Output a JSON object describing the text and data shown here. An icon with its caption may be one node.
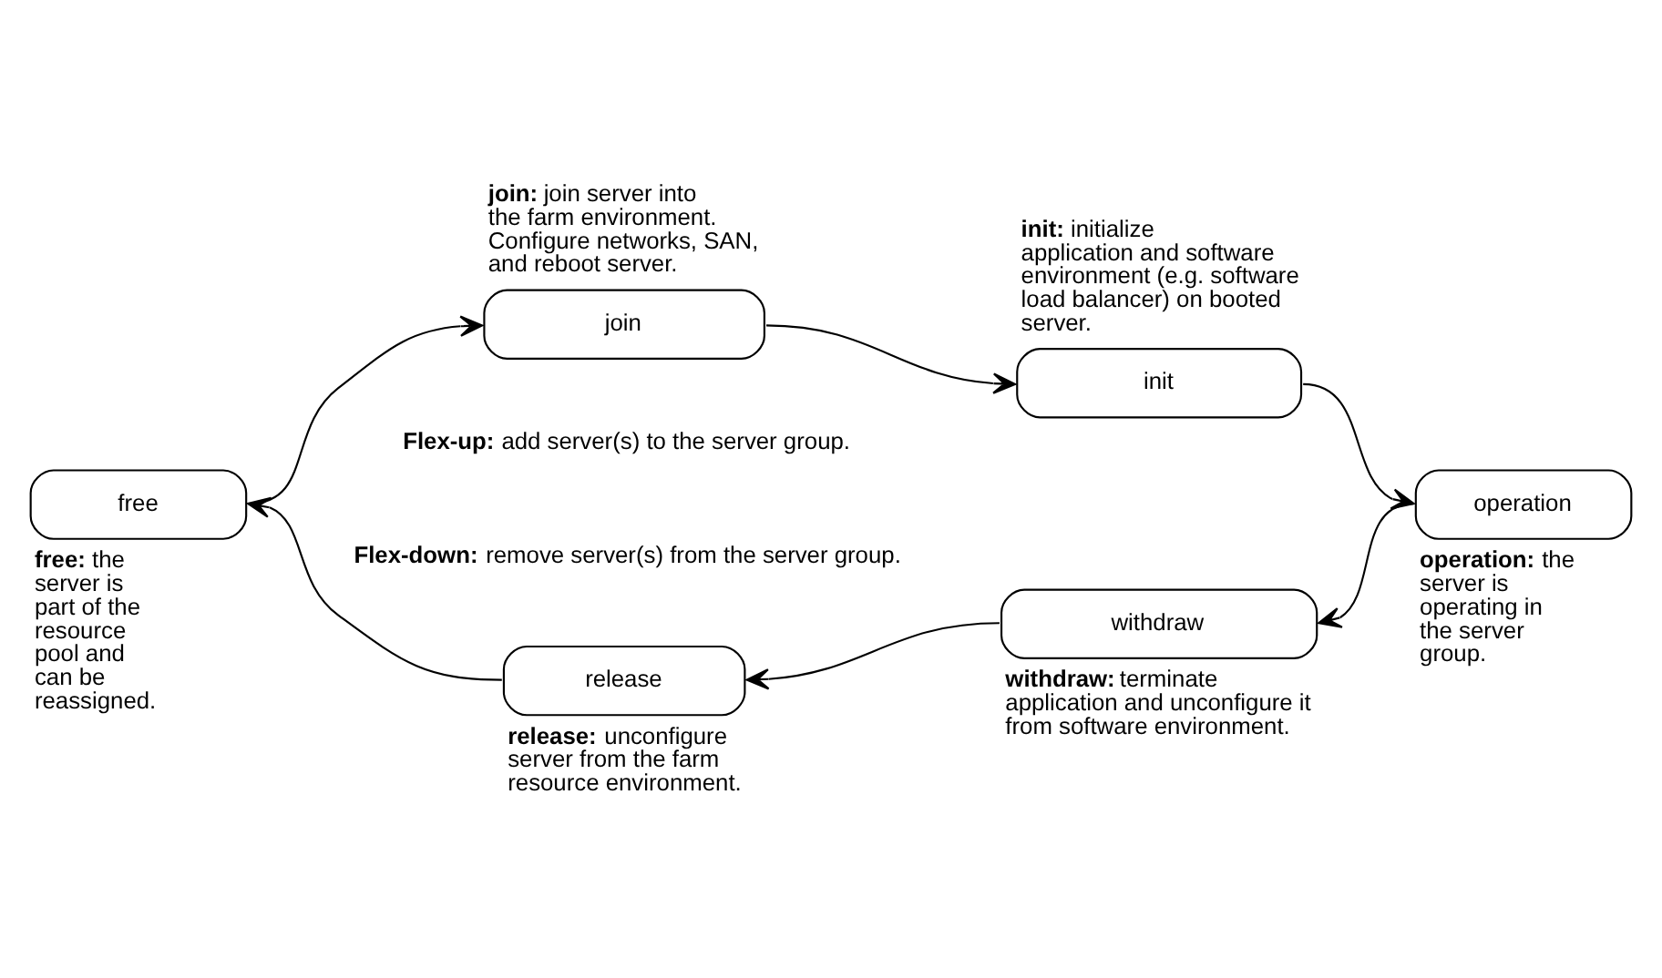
{
  "diagram": {
    "nodes": [
      {
        "text": [
          "free"
        ],
        "beside": [
          "**free:** the server is part of the resource pool and can be reassigned."
        ]
      },
      {
        "text": [
          "join"
        ],
        "beside": [
          "**join:** join server into the farm environment. Configure networks, SAN, and reboot server."
        ]
      },
      {
        "text": [
          "init"
        ],
        "beside": [
          "**init:** initialize application and software environment (e.g. software load balancer) on booted server."
        ]
      },
      {
        "text": [
          "operation"
        ],
        "beside": [
          "**operation:** the server is operating in the server group."
        ]
      },
      {
        "text": [
          "withdraw"
        ],
        "beside": [
          "**withdraw:** terminate application and unconfigure it from software environment."
        ]
      },
      {
        "text": [
          "release"
        ],
        "beside": [
          "**release:** unconfigure server from the farm resource environment."
        ]
      }
    ],
    "edges": [
      {
        "from": 0,
        "to": 1,
        "arrow": "to"
      },
      {
        "from": 1,
        "to": 2,
        "arrow": "to"
      },
      {
        "from": 2,
        "to": 3,
        "arrow": "to"
      },
      {
        "from": 3,
        "to": 4,
        "arrow": "to"
      },
      {
        "from": 4,
        "to": 5,
        "arrow": "to"
      },
      {
        "from": 5,
        "to": 0,
        "arrow": "to"
      }
    ],
    "labels": [
      "**Flex-up:** add server(s) to the server group.",
      "**Flex-down:** remove server(s) from the server group."
    ]
  }
}
